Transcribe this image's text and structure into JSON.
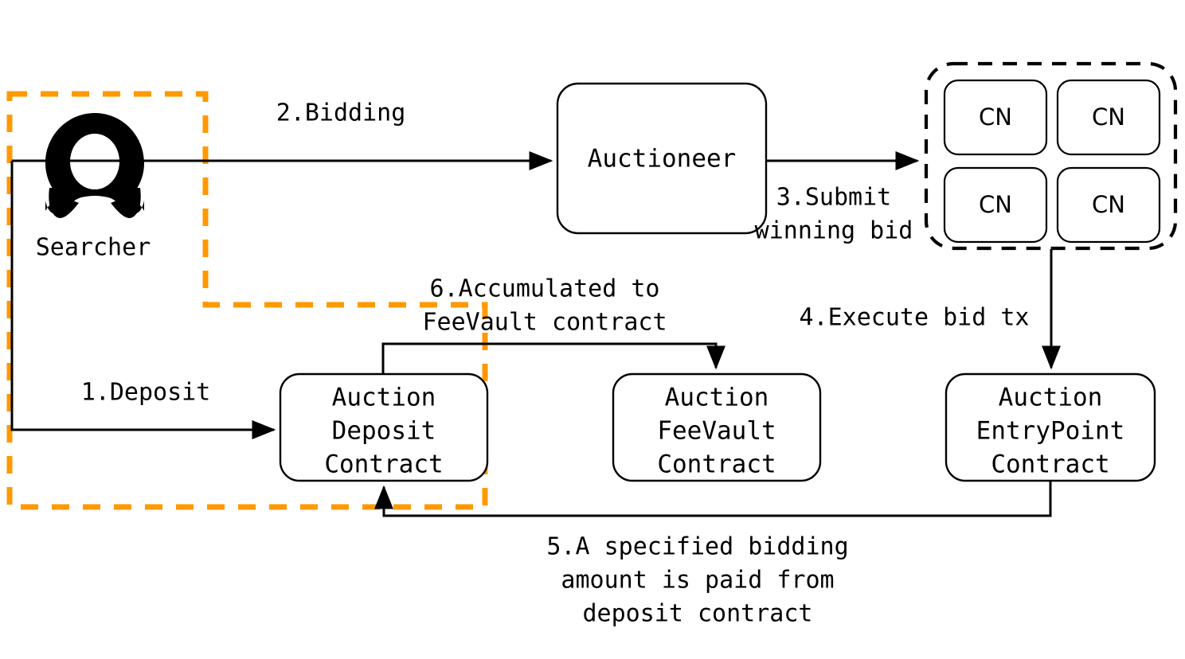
{
  "diagram": {
    "title": "Auction flow diagram",
    "colors": {
      "accent_orange": "#FF9900",
      "stroke_black": "#000000",
      "background": "#FFFFFF"
    },
    "actor": {
      "icon": "person-avatar-icon",
      "label": "Searcher"
    },
    "nodes": {
      "auctioneer": {
        "label": "Auctioneer"
      },
      "deposit_contract": {
        "line1": "Auction",
        "line2": "Deposit",
        "line3": "Contract"
      },
      "feevault_contract": {
        "line1": "Auction",
        "line2": "FeeVault",
        "line3": "Contract"
      },
      "entrypoint_contract": {
        "line1": "Auction",
        "line2": "EntryPoint",
        "line3": "Contract"
      }
    },
    "cn_cluster": {
      "name": "consensus-node-cluster",
      "nodes": [
        {
          "label": "CN"
        },
        {
          "label": "CN"
        },
        {
          "label": "CN"
        },
        {
          "label": "CN"
        }
      ]
    },
    "edges": {
      "deposit": {
        "label": "1.Deposit"
      },
      "bidding": {
        "label": "2.Bidding"
      },
      "submit_winning_bid": {
        "line1": "3.Submit",
        "line2": "winning bid"
      },
      "execute_bid_tx": {
        "label": "4.Execute bid tx"
      },
      "paid_from_deposit": {
        "line1": "5.A specified bidding",
        "line2": "amount is paid from",
        "line3": "deposit contract"
      },
      "accumulated_to_feevault": {
        "line1": "6.Accumulated to",
        "line2": "FeeVault contract"
      }
    }
  }
}
